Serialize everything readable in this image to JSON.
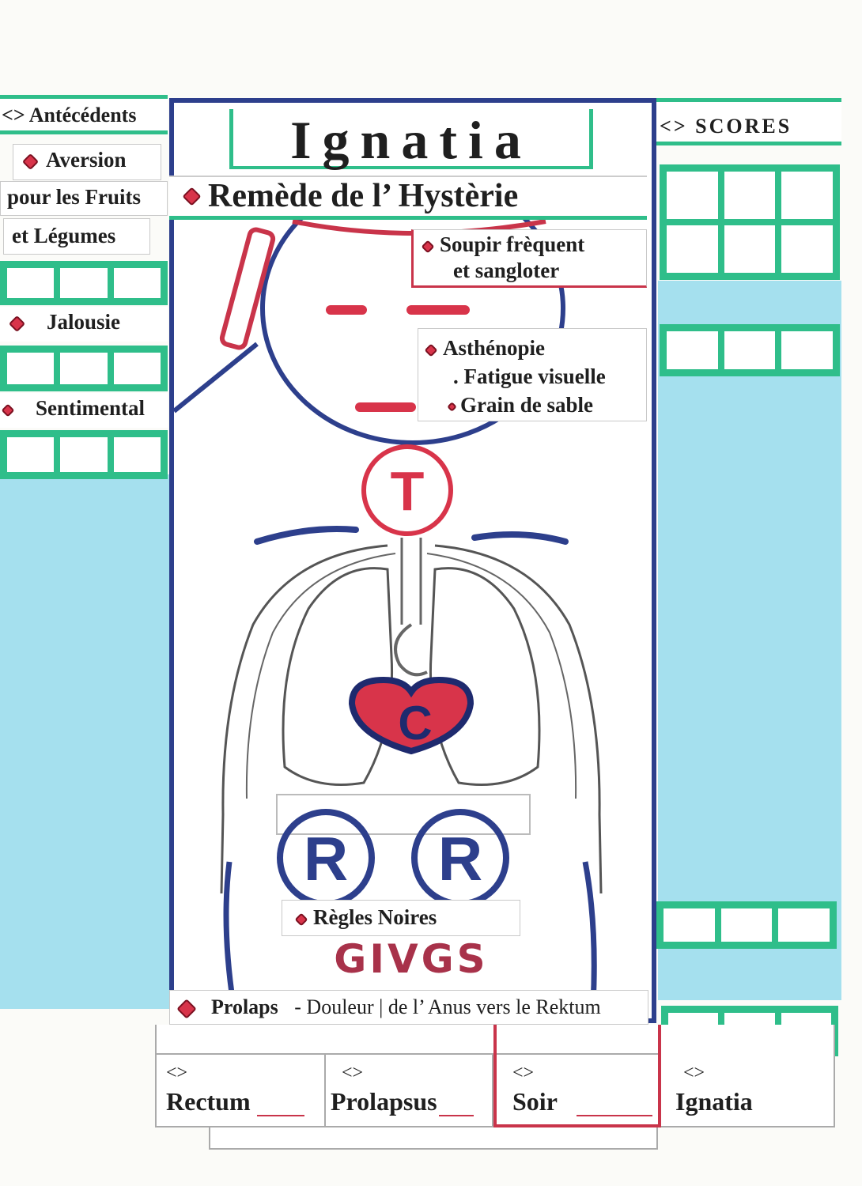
{
  "title": "Ignatia",
  "subtitle": "Remède de l’ Hystèrie",
  "left": {
    "heading": "<> Antécédents",
    "items": [
      {
        "label": "Aversion"
      },
      {
        "label": "pour les Fruits"
      },
      {
        "label": "et Légumes"
      },
      {
        "label": "Jalousie"
      },
      {
        "label": "Sentimental"
      }
    ]
  },
  "right": {
    "heading": "<> SCORES"
  },
  "annotations": {
    "sigh_line1": "Soupir  frèquent",
    "sigh_line2": "et sangloter",
    "asthenopia": "Asthénopie",
    "fatigue": ". Fatigue visuelle",
    "grain": "Grain de sable",
    "regles": "Règles  Noires",
    "prolaps": "Prolaps",
    "prolaps_detail_1": "- Douleur",
    "prolaps_detail_2": "de l’ Anus vers le Rektum"
  },
  "organs": {
    "throat": "T",
    "heart": "C",
    "kidney_left": "R",
    "kidney_right": "R",
    "genital": "GIVGS"
  },
  "bottom": [
    {
      "marker": "<>",
      "label": "Rectum"
    },
    {
      "marker": "<>",
      "label": "Prolapsus"
    },
    {
      "marker": "<>",
      "label": "Soir"
    },
    {
      "marker": "<>",
      "label": "Ignatia"
    }
  ],
  "colors": {
    "accent_red": "#d8344a",
    "frame_blue": "#2d3f8c",
    "score_green": "#2fbe8a",
    "panel_cyan": "#a5e0ee"
  }
}
